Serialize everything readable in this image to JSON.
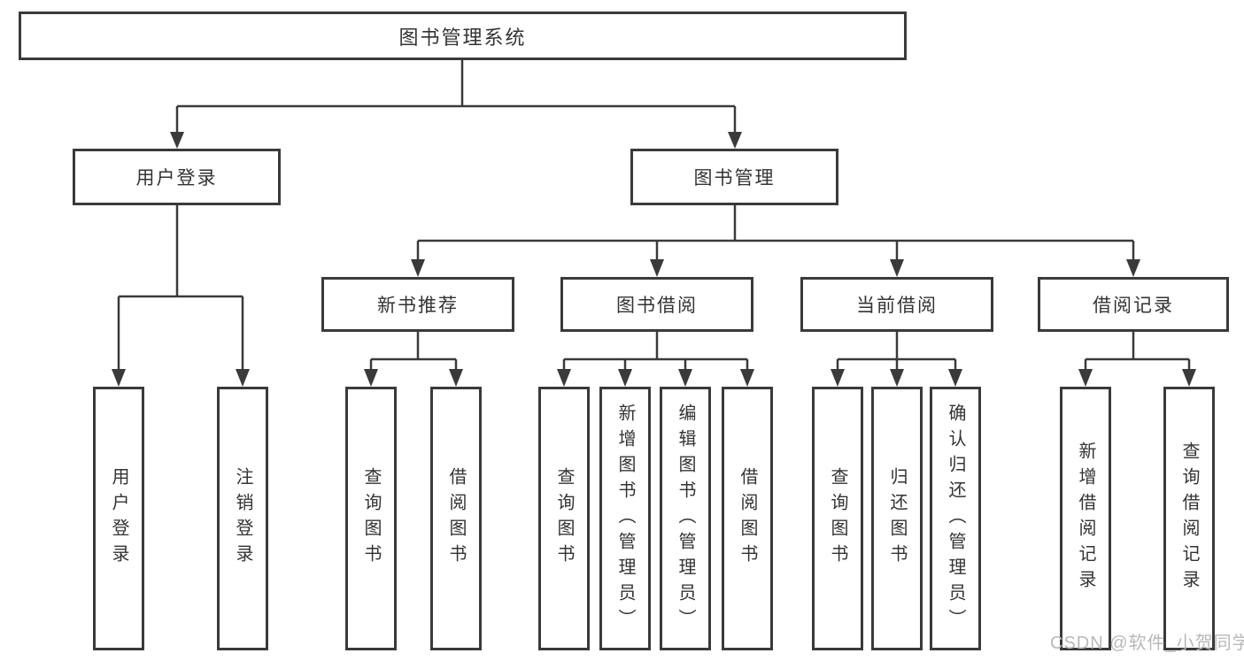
{
  "diagram": {
    "root": {
      "label": "图书管理系统"
    },
    "branches": [
      {
        "label": "用户登录",
        "children": [
          {
            "label": "用户登录"
          },
          {
            "label": "注销登录"
          }
        ]
      },
      {
        "label": "图书管理",
        "children": [
          {
            "label": "新书推荐",
            "children": [
              {
                "label": "查询图书"
              },
              {
                "label": "借阅图书"
              }
            ]
          },
          {
            "label": "图书借阅",
            "children": [
              {
                "label": "查询图书"
              },
              {
                "label": "新增图书（管理员）"
              },
              {
                "label": "编辑图书（管理员）"
              },
              {
                "label": "借阅图书"
              }
            ]
          },
          {
            "label": "当前借阅",
            "children": [
              {
                "label": "查询图书"
              },
              {
                "label": "归还图书"
              },
              {
                "label": "确认归还（管理员）"
              }
            ]
          },
          {
            "label": "借阅记录",
            "children": [
              {
                "label": "新增借阅记录"
              },
              {
                "label": "查询借阅记录"
              }
            ]
          }
        ]
      }
    ]
  },
  "watermark": {
    "text": "CSDN @软件_小贺同学"
  },
  "colors": {
    "line": "#3a3a3a",
    "text": "#333333",
    "box_background": "#ffffff",
    "watermark_text": "#b8b8b8"
  }
}
